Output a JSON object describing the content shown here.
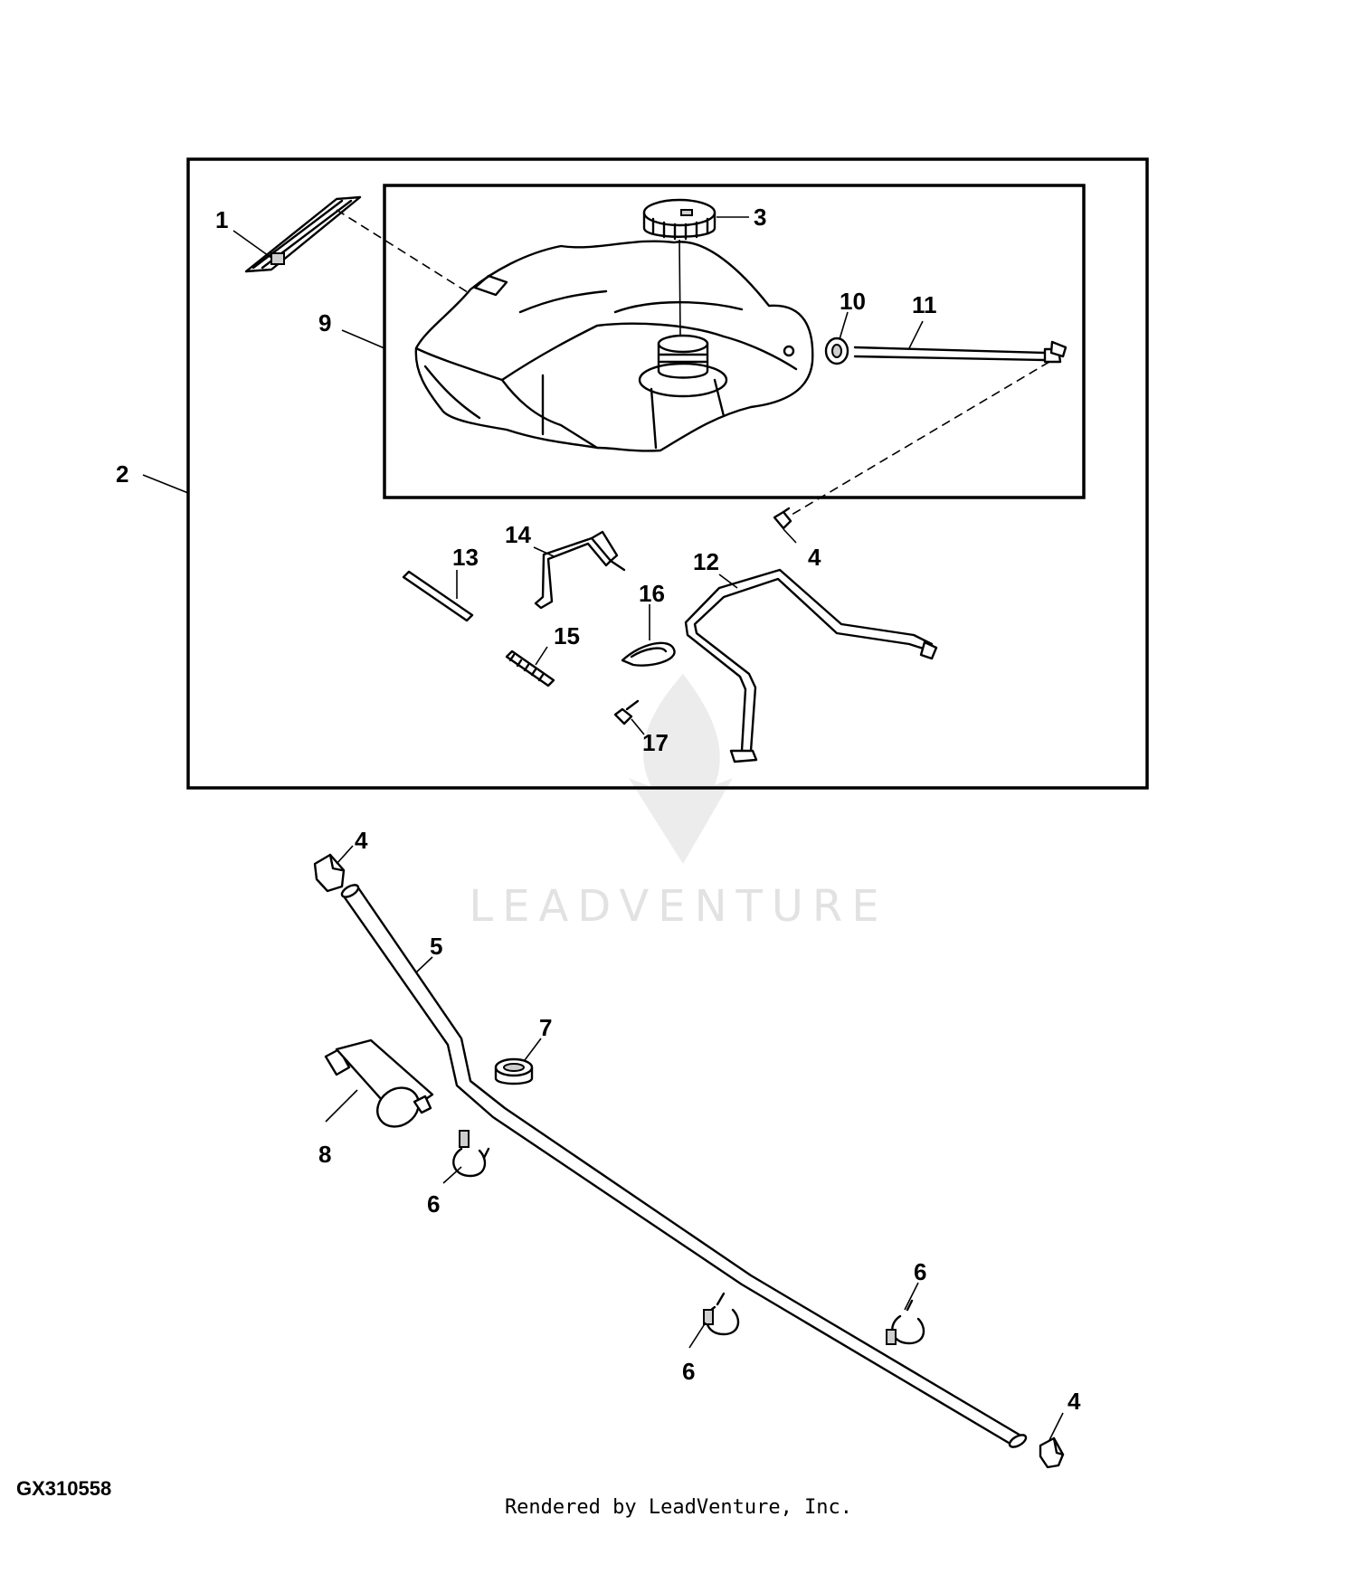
{
  "figure": {
    "id": "GX310558",
    "credit": "Rendered by LeadVenture, Inc.",
    "watermark": "LEADVENTURE"
  },
  "callouts": {
    "c1": "1",
    "c2": "2",
    "c3": "3",
    "c4a": "4",
    "c4b": "4",
    "c4c": "4",
    "c5": "5",
    "c6a": "6",
    "c6b": "6",
    "c6c": "6",
    "c7": "7",
    "c8": "8",
    "c9": "9",
    "c10": "10",
    "c11": "11",
    "c12": "12",
    "c13": "13",
    "c14": "14",
    "c15": "15",
    "c16": "16",
    "c17": "17"
  },
  "colors": {
    "line": "#000000",
    "shade": "#cfcfcf",
    "watermark": "#e2e2e2"
  }
}
